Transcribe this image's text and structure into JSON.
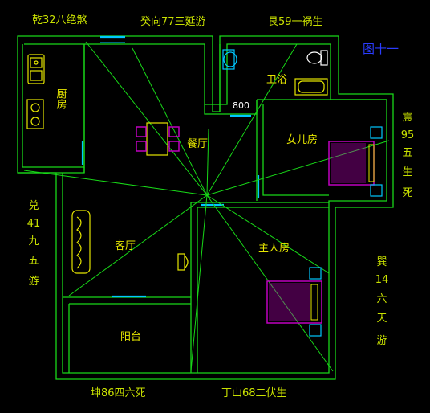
{
  "figure_label": "图十一",
  "dimension_label": "800",
  "directions": {
    "top_left": "乾32八绝煞",
    "top_center": "癸向77三延游",
    "top_right": "艮59一祸生",
    "right_upper": [
      "震",
      "95",
      "五",
      "生",
      "死"
    ],
    "left_middle": [
      "兑",
      "41",
      "九",
      "五",
      "游"
    ],
    "right_lower": [
      "巽",
      "14",
      "六",
      "天",
      "游"
    ],
    "bottom_left": "坤86四六死",
    "bottom_right": "丁山68二伏生"
  },
  "rooms": {
    "kitchen": "厨房",
    "bathroom": "卫浴",
    "dining": "餐厅",
    "daughter_room": "女儿房",
    "living": "客厅",
    "master_room": "主人房",
    "balcony": "阳台"
  },
  "colors": {
    "wall": "#18d818",
    "text": "#c8e000",
    "room_text": "#e6e600",
    "figure": "#2a3cff",
    "fixture": "#e6e600",
    "bed": "#c000c0",
    "window": "#00c8ff"
  }
}
